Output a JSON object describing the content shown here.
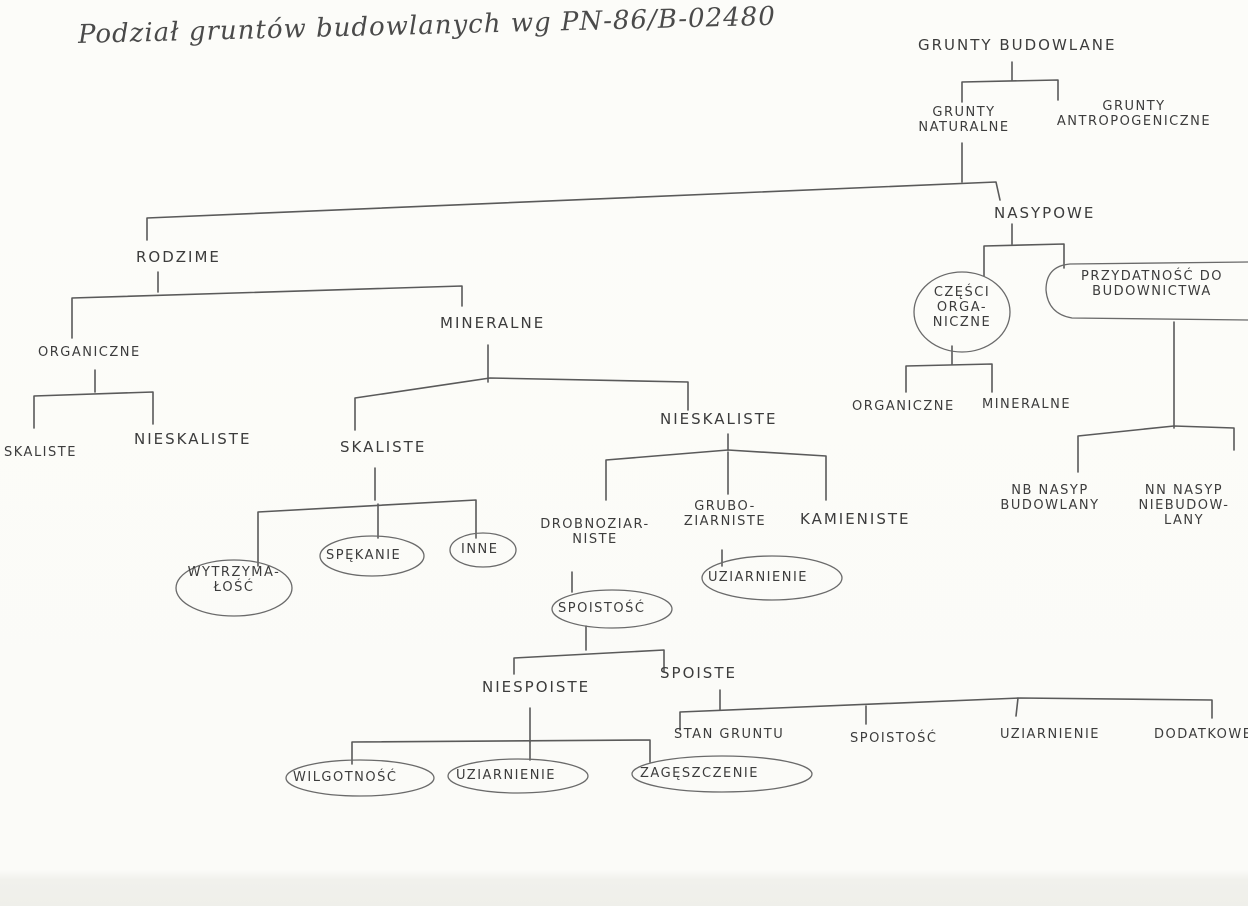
{
  "title": "Podział gruntów budowlanych wg PN-86/B-02480",
  "nodes": {
    "root": "GRUNTY BUDOWLANE",
    "naturalne": "GRUNTY NATURALNE",
    "antropogeniczne": "GRUNTY ANTROPOGENICZNE",
    "rodzime": "RODZIME",
    "nasypowe": "NASYPOWE",
    "organiczne_left": "ORGANICZNE",
    "mineralne": "MINERALNE",
    "skaliste_org": "SKALISTE",
    "nieskaliste_org": "NIESKALISTE",
    "skaliste": "SKALISTE",
    "nieskaliste": "NIESKALISTE",
    "wytrzymalosc": "WYTRZYMA-ŁOŚĆ",
    "spekanie": "SPĘKANIE",
    "inne": "INNE",
    "drobnoziarniste": "DROBNOZIAR-NISTE",
    "gruboziarniste": "GRUBO-ZIARNISTE",
    "kamieniste": "KAMIENISTE",
    "uziarnienie_grubo": "UZIARNIENIE",
    "spoistosc_oval": "SPOISTOŚĆ",
    "niespoiste": "NIESPOISTE",
    "spoiste": "SPOISTE",
    "wilgotnosc": "WILGOTNOŚĆ",
    "uziarnienie_niesp": "UZIARNIENIE",
    "zageszczenie": "ZAGĘSZCZENIE",
    "stan_gruntu": "STAN GRUNTU",
    "spoistosc": "SPOISTOŚĆ",
    "uziarnienie_sp": "UZIARNIENIE",
    "dodatkowe": "DODATKOWE",
    "czesci_organiczne": "CZĘŚCI ORGA-NICZNE",
    "przydatnosc": "PRZYDATNOŚĆ DO BUDOWNICTWA",
    "organiczne_nas": "ORGANICZNE",
    "mineralne_nas": "MINERALNE",
    "nb_nasyp": "NB NASYP BUDOWLANY",
    "nn_nasyp": "NN NASYP NIEBUDOW-LANY"
  }
}
